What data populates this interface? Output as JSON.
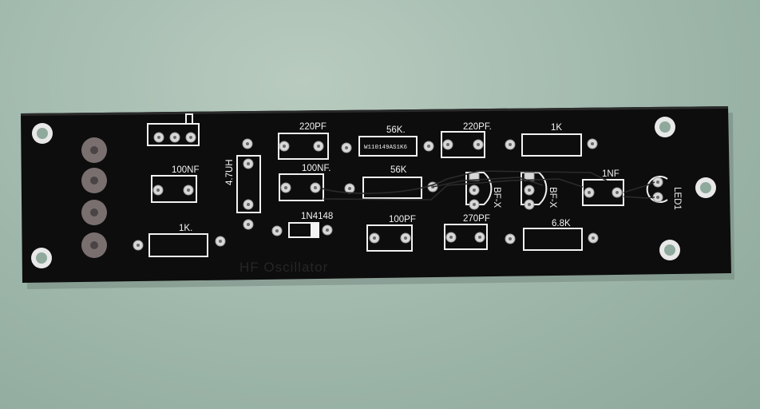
{
  "board": {
    "colors": {
      "background": "#9fb7ab",
      "board": "#0d0d0d",
      "silkscreen": "#f2f2f2",
      "pad": "#d8d8d8"
    },
    "board_title": "HF Oscillator",
    "serial": "W110149AS1K6",
    "labels": {
      "r_1k_top": "1K",
      "r_56k_top": "56K.",
      "r_56k_mid": "56K",
      "r_1k_left": "1K.",
      "r_6_8k": "6.8K",
      "c_220pf_a": "220PF",
      "c_220pf_b": "220PF.",
      "c_100nf_a": "100NF",
      "c_100nf_b": "100NF.",
      "c_100pf": "100PF",
      "c_270pf": "270PF",
      "c_1nf": "1NF",
      "inductor": "4.7UH",
      "diode": "1N4148",
      "transistor_1": "BF-X",
      "transistor_2": "BF-X",
      "led": "LED1"
    }
  }
}
